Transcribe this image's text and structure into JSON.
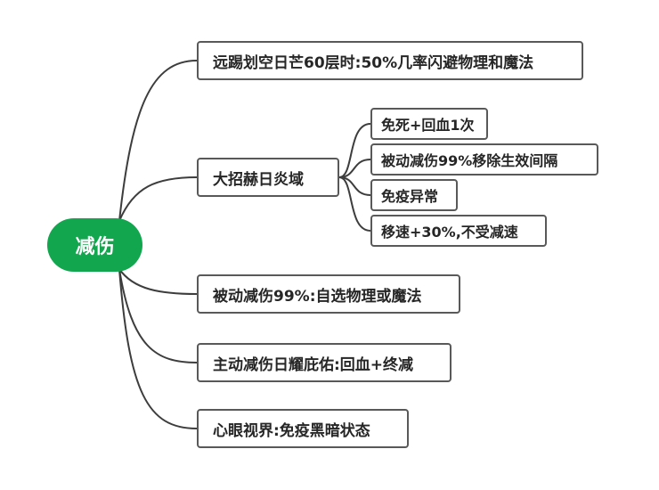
{
  "root": {
    "label": "减伤",
    "color": "#12a64e"
  },
  "branches": [
    {
      "label": "远踢划空日芒60层时:50%几率闪避物理和魔法"
    },
    {
      "label": "大招赫日炎域",
      "children": [
        {
          "label": "免死+回血1次"
        },
        {
          "label": "被动减伤99%移除生效间隔"
        },
        {
          "label": "免疫异常"
        },
        {
          "label": "移速+30%,不受减速"
        }
      ]
    },
    {
      "label": "被动减伤99%:自选物理或魔法"
    },
    {
      "label": "主动减伤日耀庇佑:回血+终减"
    },
    {
      "label": "心眼视界:免疫黑暗状态"
    }
  ],
  "line_color": "#3d3d3d"
}
